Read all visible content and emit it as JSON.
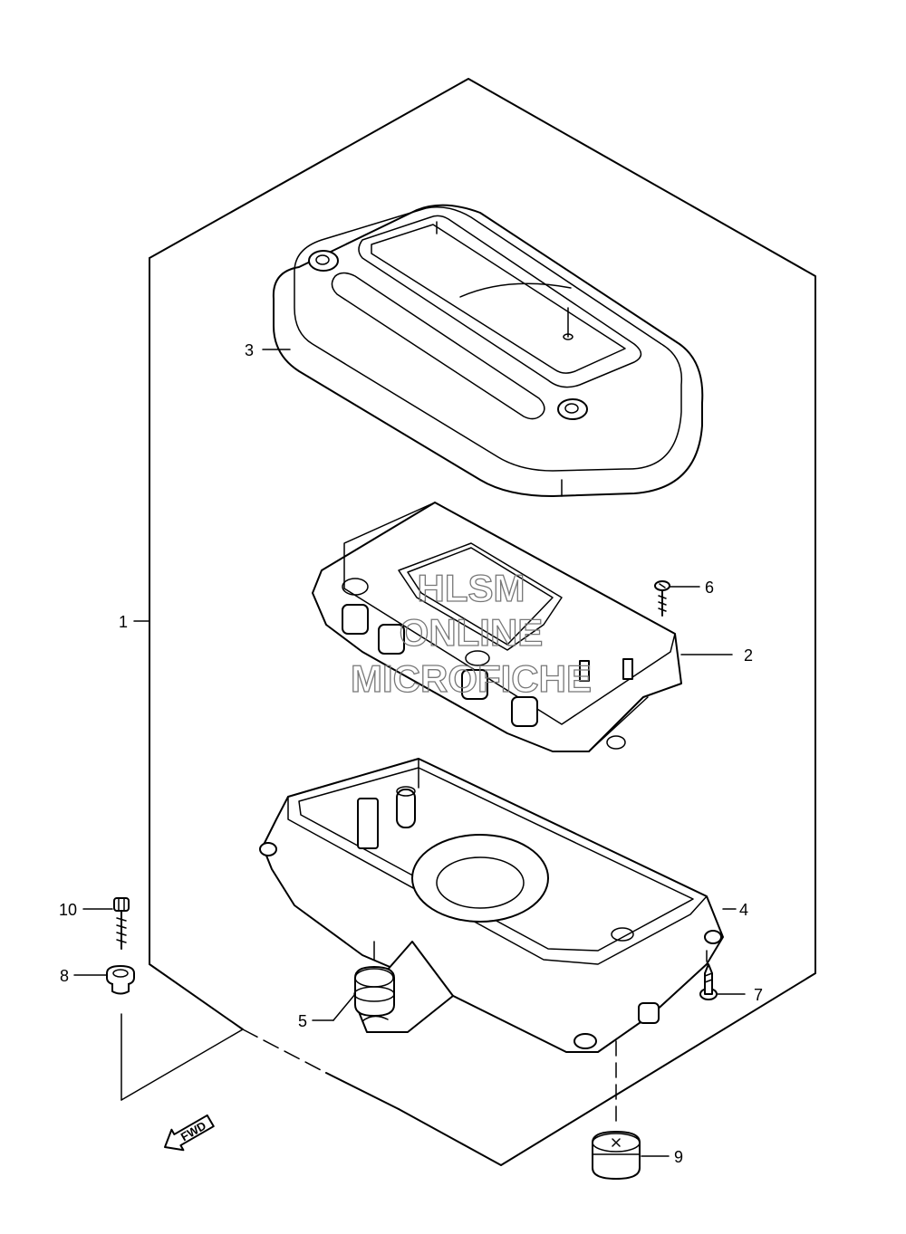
{
  "callouts": [
    {
      "id": "1",
      "label": "1"
    },
    {
      "id": "2",
      "label": "2"
    },
    {
      "id": "3",
      "label": "3"
    },
    {
      "id": "4",
      "label": "4"
    },
    {
      "id": "5",
      "label": "5"
    },
    {
      "id": "6",
      "label": "6"
    },
    {
      "id": "7",
      "label": "7"
    },
    {
      "id": "8",
      "label": "8"
    },
    {
      "id": "9",
      "label": "9"
    },
    {
      "id": "10",
      "label": "10"
    }
  ],
  "watermark": {
    "line1": "HLSM",
    "line2": "ONLINE",
    "line3": "MICROFICHE"
  },
  "direction_arrow": {
    "label": "FWD"
  }
}
